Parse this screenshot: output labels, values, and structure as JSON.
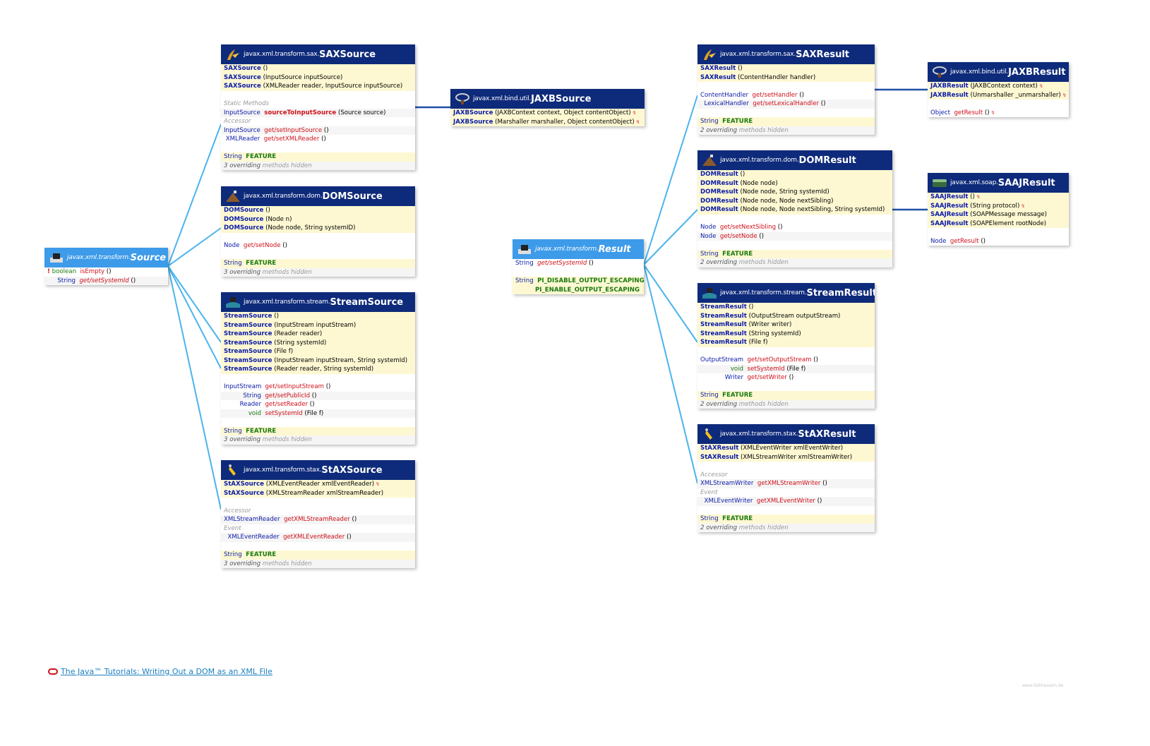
{
  "colors": {
    "class_header": "#0e2a7a",
    "interface_header": "#3d9be9",
    "link_line": "#4ab4ee",
    "assoc_line": "#1f4fa8",
    "ctor_bg": "#fdf8d2"
  },
  "source": {
    "package": "javax.xml.transform.",
    "name": "Source",
    "icon": "interface-icon",
    "members": [
      {
        "prefix": "!",
        "type": "boolean",
        "name": "isEmpty",
        "args": "()"
      },
      {
        "type": "String",
        "name": "get/setSystemId",
        "args": "()"
      }
    ]
  },
  "sax_source": {
    "package": "javax.xml.transform.sax.",
    "name": "SAXSource",
    "icon": "quill-icon",
    "ctors": [
      {
        "name": "SAXSource",
        "args": "()"
      },
      {
        "name": "SAXSource",
        "args": "(InputSource inputSource)"
      },
      {
        "name": "SAXSource",
        "args": "(XMLReader reader, InputSource inputSource)"
      }
    ],
    "static_label": "Static Methods",
    "static_method": {
      "type": "InputSource",
      "name": "sourceToInputSource",
      "args": "(Source source)"
    },
    "accessor_label": "Accessor",
    "methods": [
      {
        "type": "InputSource",
        "name": "get/setInputSource",
        "args": "()"
      },
      {
        "type": "XMLReader",
        "name": "get/setXMLReader",
        "args": "()"
      }
    ],
    "field": {
      "type": "String",
      "name": "FEATURE"
    },
    "hidden": {
      "count": "3 overriding",
      "text": "methods hidden"
    }
  },
  "jaxb_source": {
    "package": "javax.xml.bind.util.",
    "name": "JAXBSource",
    "icon": "jaxb-icon",
    "ctors": [
      {
        "name": "JAXBSource",
        "args": "(JAXBContext context, Object contentObject)"
      },
      {
        "name": "JAXBSource",
        "args": "(Marshaller marshaller, Object contentObject)"
      }
    ]
  },
  "dom_source": {
    "package": "javax.xml.transform.dom.",
    "name": "DOMSource",
    "icon": "dom-icon",
    "ctors": [
      {
        "name": "DOMSource",
        "args": "()"
      },
      {
        "name": "DOMSource",
        "args": "(Node n)"
      },
      {
        "name": "DOMSource",
        "args": "(Node node, String systemID)"
      }
    ],
    "methods": [
      {
        "type": "Node",
        "name": "get/setNode",
        "args": "()"
      }
    ],
    "field": {
      "type": "String",
      "name": "FEATURE"
    },
    "hidden": {
      "count": "3 overriding",
      "text": "methods hidden"
    }
  },
  "stream_source": {
    "package": "javax.xml.transform.stream.",
    "name": "StreamSource",
    "icon": "stream-icon",
    "ctors": [
      {
        "name": "StreamSource",
        "args": "()"
      },
      {
        "name": "StreamSource",
        "args": "(InputStream inputStream)"
      },
      {
        "name": "StreamSource",
        "args": "(Reader reader)"
      },
      {
        "name": "StreamSource",
        "args": "(String systemId)"
      },
      {
        "name": "StreamSource",
        "args": "(File f)"
      },
      {
        "name": "StreamSource",
        "args": "(InputStream inputStream, String systemId)"
      },
      {
        "name": "StreamSource",
        "args": "(Reader reader, String systemId)"
      }
    ],
    "methods": [
      {
        "type": "InputStream",
        "name": "get/setInputStream",
        "args": "()"
      },
      {
        "type": "String",
        "name": "get/setPublicId",
        "args": "()"
      },
      {
        "type": "Reader",
        "name": "get/setReader",
        "args": "()"
      },
      {
        "type": "void",
        "name": "setSystemId",
        "args": "(File f)"
      }
    ],
    "field": {
      "type": "String",
      "name": "FEATURE"
    },
    "hidden": {
      "count": "3 overriding",
      "text": "methods hidden"
    }
  },
  "stax_source": {
    "package": "javax.xml.transform.stax.",
    "name": "StAXSource",
    "icon": "stax-icon",
    "ctors": [
      {
        "name": "StAXSource",
        "args": "(XMLEventReader xmlEventReader)",
        "throws": true
      },
      {
        "name": "StAXSource",
        "args": "(XMLStreamReader xmlStreamReader)"
      }
    ],
    "accessor_label": "Accessor",
    "accessor": {
      "type": "XMLStreamReader",
      "name": "getXMLStreamReader",
      "args": "()"
    },
    "event_label": "Event",
    "event": {
      "type": "XMLEventReader",
      "name": "getXMLEventReader",
      "args": "()"
    },
    "field": {
      "type": "String",
      "name": "FEATURE"
    },
    "hidden": {
      "count": "3 overriding",
      "text": "methods hidden"
    }
  },
  "result": {
    "package": "javax.xml.transform.",
    "name": "Result",
    "icon": "interface-icon",
    "members": [
      {
        "type": "String",
        "name": "get/setSystemId",
        "args": "()"
      }
    ],
    "fields": {
      "type": "String",
      "names": [
        "PI_DISABLE_OUTPUT_ESCAPING,",
        "PI_ENABLE_OUTPUT_ESCAPING"
      ]
    }
  },
  "sax_result": {
    "package": "javax.xml.transform.sax.",
    "name": "SAXResult",
    "icon": "quill-icon",
    "ctors": [
      {
        "name": "SAXResult",
        "args": "()"
      },
      {
        "name": "SAXResult",
        "args": "(ContentHandler handler)"
      }
    ],
    "methods": [
      {
        "type": "ContentHandler",
        "name": "get/setHandler",
        "args": "()"
      },
      {
        "type": "LexicalHandler",
        "name": "get/setLexicalHandler",
        "args": "()"
      }
    ],
    "field": {
      "type": "String",
      "name": "FEATURE"
    },
    "hidden": {
      "count": "2 overriding",
      "text": "methods hidden"
    }
  },
  "jaxb_result": {
    "package": "javax.xml.bind.util.",
    "name": "JAXBResult",
    "icon": "jaxb-icon",
    "ctors": [
      {
        "name": "JAXBResult",
        "args": "(JAXBContext context)",
        "throws": true
      },
      {
        "name": "JAXBResult",
        "args": "(Unmarshaller _unmarshaller)",
        "throws": true
      }
    ],
    "methods": [
      {
        "type": "Object",
        "name": "getResult",
        "args": "()",
        "throws": true
      }
    ]
  },
  "dom_result": {
    "package": "javax.xml.transform.dom.",
    "name": "DOMResult",
    "icon": "dom-icon",
    "ctors": [
      {
        "name": "DOMResult",
        "args": "()"
      },
      {
        "name": "DOMResult",
        "args": "(Node node)"
      },
      {
        "name": "DOMResult",
        "args": "(Node node, String systemId)"
      },
      {
        "name": "DOMResult",
        "args": "(Node node, Node nextSibling)"
      },
      {
        "name": "DOMResult",
        "args": "(Node node, Node nextSibling, String systemId)"
      }
    ],
    "methods": [
      {
        "type": "Node",
        "name": "get/setNextSibling",
        "args": "()"
      },
      {
        "type": "Node",
        "name": "get/setNode",
        "args": "()"
      }
    ],
    "field": {
      "type": "String",
      "name": "FEATURE"
    },
    "hidden": {
      "count": "2 overriding",
      "text": "methods hidden"
    }
  },
  "saaj_result": {
    "package": "javax.xml.soap.",
    "name": "SAAJResult",
    "icon": "soap-icon",
    "ctors": [
      {
        "name": "SAAJResult",
        "args": "()",
        "throws": true
      },
      {
        "name": "SAAJResult",
        "args": "(String protocol)",
        "throws": true
      },
      {
        "name": "SAAJResult",
        "args": "(SOAPMessage message)"
      },
      {
        "name": "SAAJResult",
        "args": "(SOAPElement rootNode)"
      }
    ],
    "methods": [
      {
        "type": "Node",
        "name": "getResult",
        "args": "()"
      }
    ]
  },
  "stream_result": {
    "package": "javax.xml.transform.stream.",
    "name": "StreamResult",
    "icon": "stream-icon",
    "ctors": [
      {
        "name": "StreamResult",
        "args": "()"
      },
      {
        "name": "StreamResult",
        "args": "(OutputStream outputStream)"
      },
      {
        "name": "StreamResult",
        "args": "(Writer writer)"
      },
      {
        "name": "StreamResult",
        "args": "(String systemId)"
      },
      {
        "name": "StreamResult",
        "args": "(File f)"
      }
    ],
    "methods": [
      {
        "type": "OutputStream",
        "name": "get/setOutputStream",
        "args": "()"
      },
      {
        "type": "void",
        "name": "setSystemId",
        "args": "(File f)"
      },
      {
        "type": "Writer",
        "name": "get/setWriter",
        "args": "()"
      }
    ],
    "field": {
      "type": "String",
      "name": "FEATURE"
    },
    "hidden": {
      "count": "2 overriding",
      "text": "methods hidden"
    }
  },
  "stax_result": {
    "package": "javax.xml.transform.stax.",
    "name": "StAXResult",
    "icon": "stax-icon",
    "ctors": [
      {
        "name": "StAXResult",
        "args": "(XMLEventWriter xmlEventWriter)"
      },
      {
        "name": "StAXResult",
        "args": "(XMLStreamWriter xmlStreamWriter)"
      }
    ],
    "accessor_label": "Accessor",
    "accessor": {
      "type": "XMLStreamWriter",
      "name": "getXMLStreamWriter",
      "args": "()"
    },
    "event_label": "Event",
    "event": {
      "type": "XMLEventWriter",
      "name": "getXMLEventWriter",
      "args": "()"
    },
    "field": {
      "type": "String",
      "name": "FEATURE"
    },
    "hidden": {
      "count": "2 overriding",
      "text": "methods hidden"
    }
  },
  "footer": {
    "tutorial_link": "The Java™ Tutorials: Writing Out a DOM as an XML File",
    "credit": "www.falkhausen.de"
  }
}
